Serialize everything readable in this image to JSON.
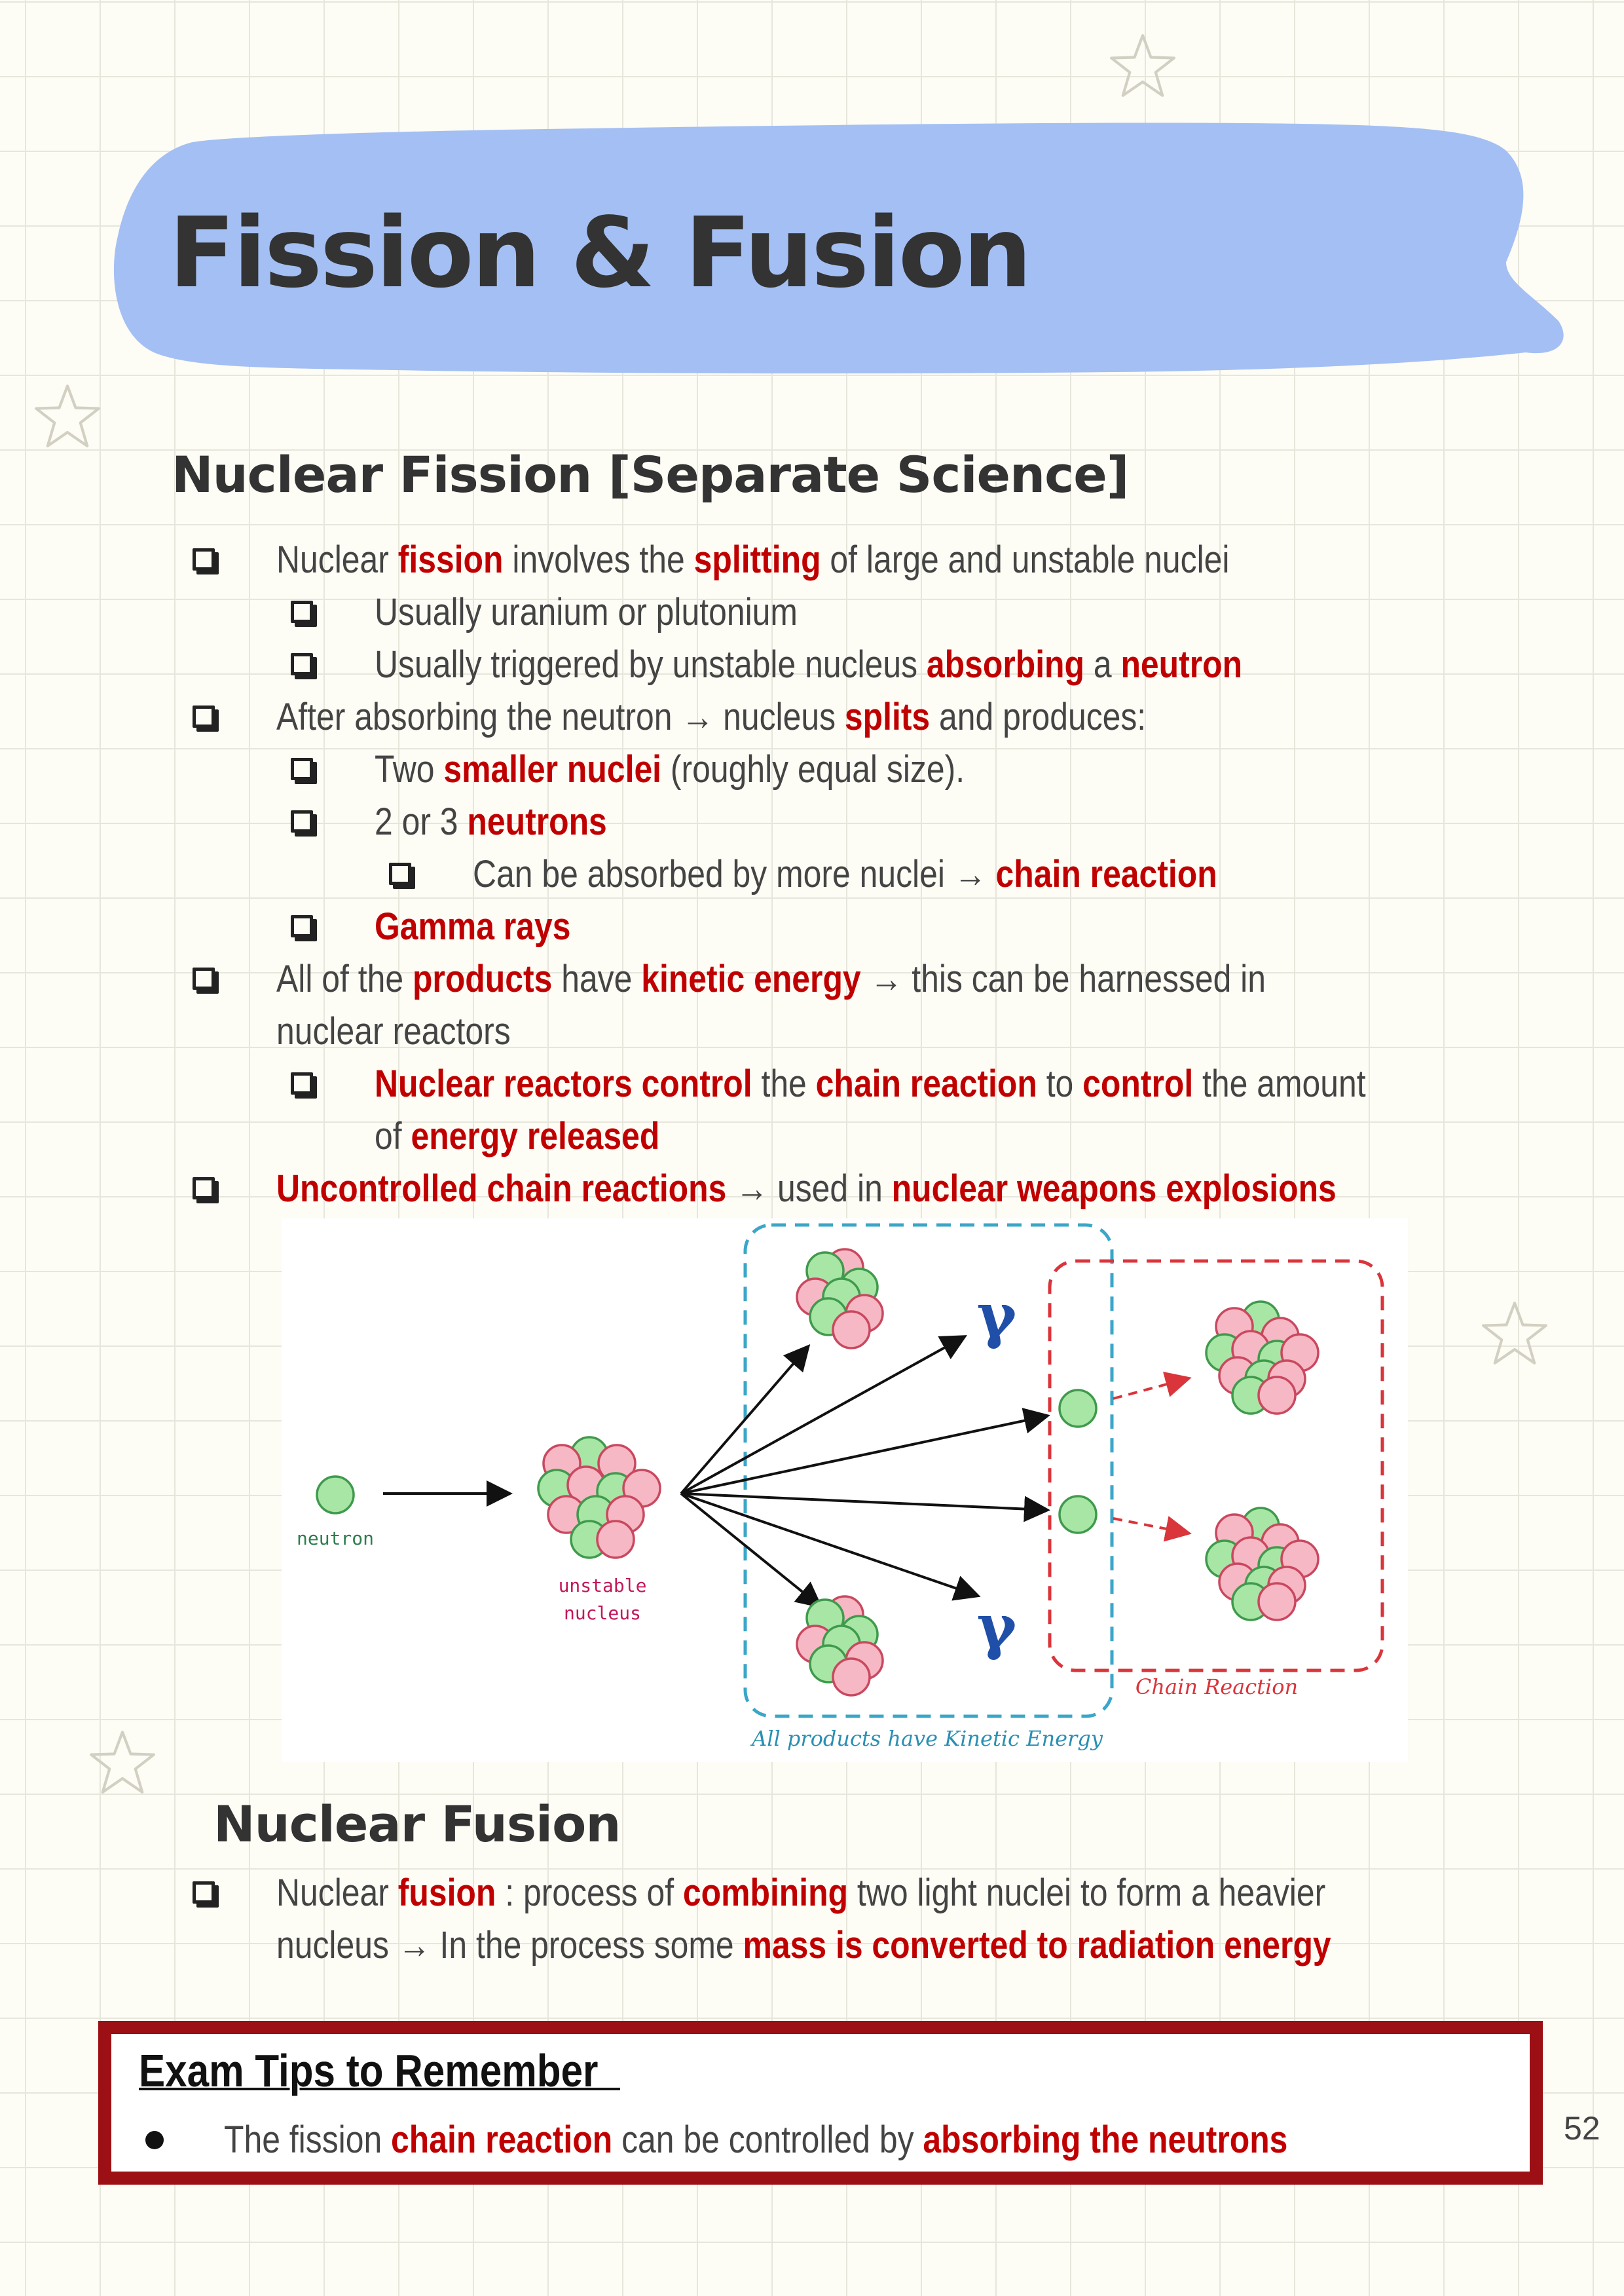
{
  "title": "Fission & Fusion",
  "colors": {
    "title_blob": "#a4bff3",
    "highlight_red": "#c00000",
    "tip_border": "#9c0f14",
    "diagram_green": "#a8e6a6",
    "diagram_pink": "#f6b8c4",
    "diagram_blue_dash": "#3aa6c8",
    "diagram_red_dash": "#d9353b"
  },
  "fission": {
    "heading": "Nuclear Fission [Separate Science]",
    "lines": [
      {
        "segs": [
          [
            "Nuclear ",
            false
          ],
          [
            "fission",
            true
          ],
          [
            "  involves the ",
            false
          ],
          [
            "splitting",
            true
          ],
          [
            "  of large and unstable nuclei",
            false
          ]
        ]
      },
      {
        "segs": [
          [
            "Usually uranium or plutonium",
            false
          ]
        ]
      },
      {
        "segs": [
          [
            "Usually triggered by unstable nucleus ",
            false
          ],
          [
            "absorbing",
            true
          ],
          [
            "  a ",
            false
          ],
          [
            "neutron",
            true
          ]
        ]
      },
      {
        "segs": [
          [
            "After absorbing the neutron → nucleus ",
            false
          ],
          [
            "splits",
            true
          ],
          [
            "  and produces:",
            false
          ]
        ]
      },
      {
        "segs": [
          [
            "Two ",
            false
          ],
          [
            "smaller nuclei",
            true
          ],
          [
            "   (roughly equal size).",
            false
          ]
        ]
      },
      {
        "segs": [
          [
            "2 or 3 ",
            false
          ],
          [
            "neutrons",
            true
          ]
        ]
      },
      {
        "segs": [
          [
            "Can be absorbed by more nuclei → ",
            false
          ],
          [
            "chain reaction",
            true
          ]
        ]
      },
      {
        "segs": [
          [
            "Gamma rays",
            true
          ]
        ]
      },
      {
        "segs": [
          [
            "All of the ",
            false
          ],
          [
            "products",
            true
          ],
          [
            "  have ",
            false
          ],
          [
            "kinetic energy",
            true
          ],
          [
            "   → this can be harnessed in",
            false
          ]
        ]
      },
      {
        "segs": [
          [
            "nuclear reactors",
            false
          ]
        ]
      },
      {
        "segs": [
          [
            "Nuclear reactors control",
            true
          ],
          [
            "    the ",
            false
          ],
          [
            "chain reaction",
            true
          ],
          [
            "   to ",
            false
          ],
          [
            "control",
            true
          ],
          [
            "  the amount",
            false
          ]
        ]
      },
      {
        "segs": [
          [
            "of ",
            false
          ],
          [
            "energy released",
            true
          ]
        ]
      },
      {
        "segs": [
          [
            "Uncontrolled chain reactions",
            true
          ],
          [
            "     → used in ",
            false
          ],
          [
            "nuclear weapons explosions",
            true
          ]
        ]
      }
    ]
  },
  "diagram": {
    "neutron_label": "neutron",
    "nucleus_label_1": "unstable",
    "nucleus_label_2": "nucleus",
    "gamma_symbol": "γ",
    "chain_label": "Chain Reaction",
    "kinetic_label": "All products have Kinetic Energy"
  },
  "fusion": {
    "heading": "Nuclear Fusion",
    "lines": [
      {
        "segs": [
          [
            "Nuclear ",
            false
          ],
          [
            "fusion",
            true
          ],
          [
            " : process of ",
            false
          ],
          [
            "combining",
            true
          ],
          [
            "  two light nuclei to form a heavier",
            false
          ]
        ]
      },
      {
        "segs": [
          [
            "nucleus → In the process some ",
            false
          ],
          [
            "mass is converted to radiation energy",
            true
          ]
        ]
      }
    ]
  },
  "exam_tips": {
    "heading": "Exam Tips to Remember  ",
    "items": [
      {
        "segs": [
          [
            "The fission ",
            false
          ],
          [
            "chain reaction",
            true
          ],
          [
            "   can be controlled by ",
            false
          ],
          [
            "absorbing the neutrons",
            true
          ]
        ]
      }
    ]
  },
  "page_number": "52"
}
